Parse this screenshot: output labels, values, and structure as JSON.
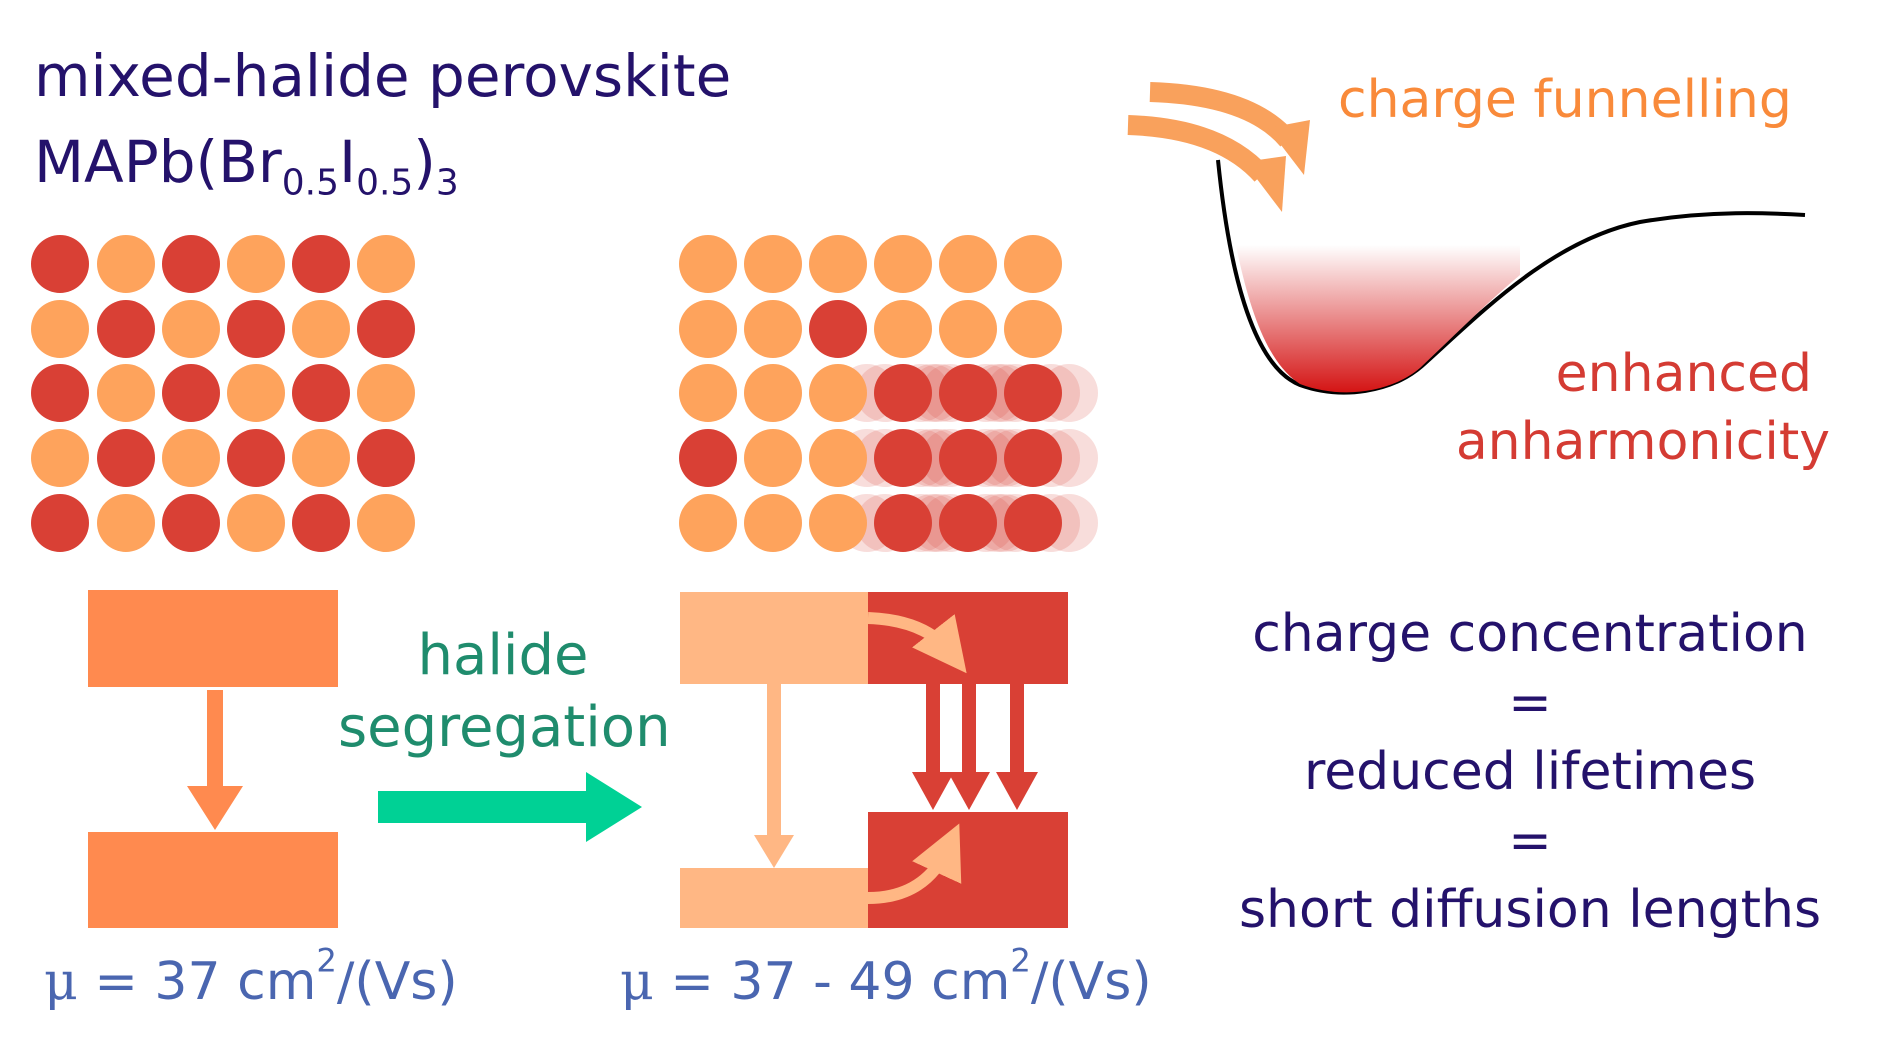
{
  "title": {
    "line1": "mixed-halide perovskite",
    "formula_pre": "MAPb(Br",
    "formula_sub1": "0.5",
    "formula_mid": "I",
    "formula_sub2": "0.5",
    "formula_post": ")",
    "formula_sub3": "3"
  },
  "left_mobility": {
    "symbol": "μ",
    "pre": " = 37 cm",
    "sup": "2",
    "post": "/(Vs)"
  },
  "right_mobility": {
    "symbol": "μ",
    "pre": " = 37 - 49 cm",
    "sup": "2",
    "post": "/(Vs)"
  },
  "process": {
    "line1": "halide",
    "line2": "segregation"
  },
  "funnel_label": "charge funnelling",
  "anharmonic": {
    "line1": "enhanced",
    "line2": "anharmonicity"
  },
  "conclusion": {
    "line1": "charge concentration",
    "eq1": "=",
    "line2": "reduced lifetimes",
    "eq2": "=",
    "line3": "short diffusion lengths"
  },
  "colors": {
    "title_navy": "#24126b",
    "mobility_blue": "#4a66b0",
    "process_green": "#1f8c6d",
    "arrow_green": "#00d195",
    "br_orange": "#fea35c",
    "iodide_red": "#d94035",
    "band_orange": "#ff8a4f",
    "band_light": "#ffb784",
    "funnel_orange": "#f98a3a"
  },
  "icons": {
    "process_arrow": "arrow-right-icon",
    "transition_arrow": "arrow-down-icon",
    "funnel_arrow": "curved-arrow-icon"
  }
}
